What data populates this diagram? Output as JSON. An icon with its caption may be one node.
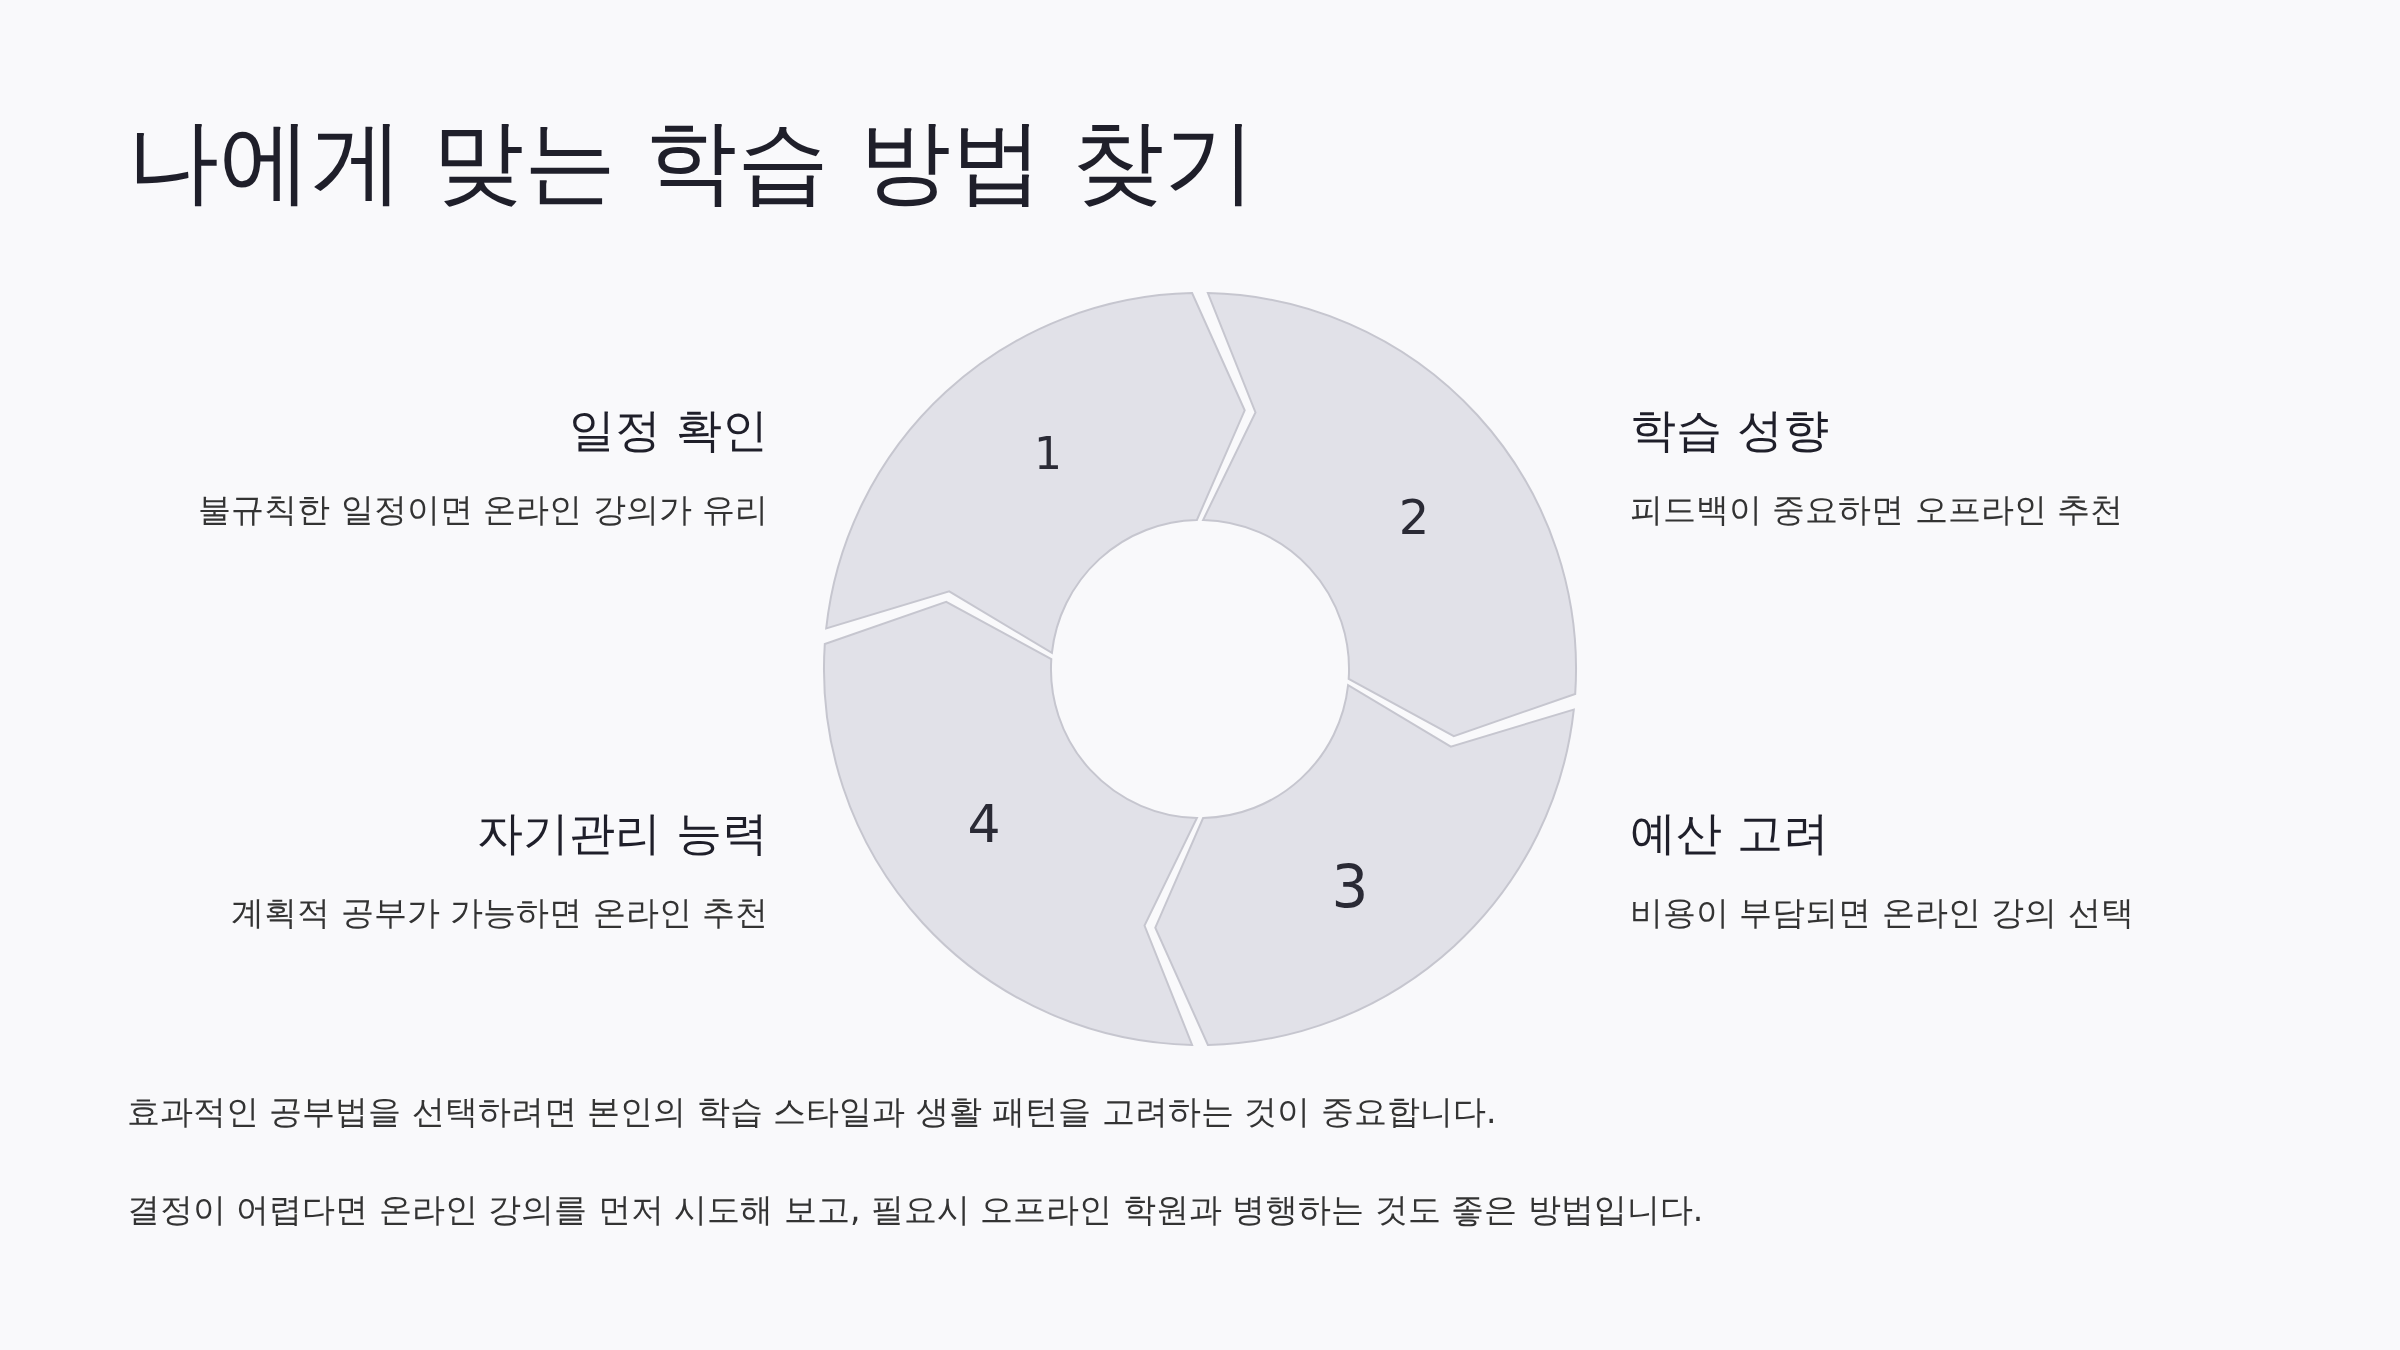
{
  "diagram": {
    "title": "나에게 맞는 학습 방법 찾기",
    "nodes": [
      {
        "text": [
          "1"
        ],
        "beside": [
          "일정 확인",
          "불규칙한 일정이면 온라인 강의가 유리"
        ]
      },
      {
        "text": [
          "2"
        ],
        "beside": [
          "학습 성향",
          "피드백이 중요하면 오프라인 추천"
        ]
      },
      {
        "text": [
          "3"
        ],
        "beside": [
          "예산 고려",
          "비용이 부담되면 온라인 강의 선택"
        ]
      },
      {
        "text": [
          "4"
        ],
        "beside": [
          "자기관리 능력",
          "계획적 공부가 가능하면 온라인 추천"
        ]
      }
    ],
    "edges": [],
    "labels": [
      "효과적인 공부법을 선택하려면 본인의 학습 스타일과 생활 패턴을 고려하는 것이 중요합니다.",
      "결정이 어렵다면 온라인 강의를 먼저 시도해 보고, 필요시 오프라인 학원과 병행하는 것도 좋은 방법입니다."
    ]
  }
}
